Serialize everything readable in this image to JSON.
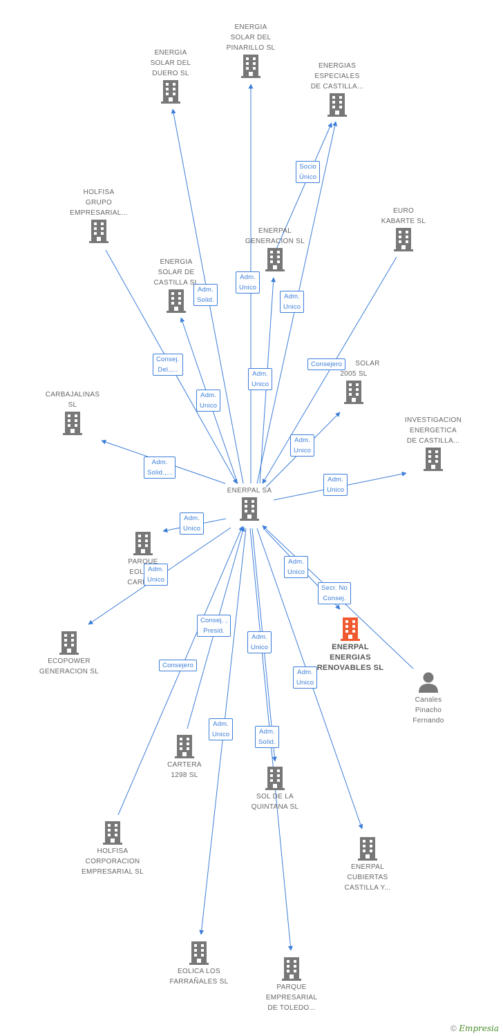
{
  "colors": {
    "edge": "#3b7dd8",
    "building": "#777777",
    "highlight": "#f15a30",
    "person": "#777777"
  },
  "nodes": [
    {
      "id": "pinarillo",
      "icon": "building",
      "lines": [
        "ENERGIA",
        "SOLAR DEL",
        "PINARILLO SL"
      ]
    },
    {
      "id": "duero",
      "icon": "building",
      "lines": [
        "ENERGIA",
        "SOLAR DEL",
        "DUERO SL"
      ]
    },
    {
      "id": "especiales",
      "icon": "building",
      "lines": [
        "ENERGIAS",
        "ESPECIALES",
        "DE CASTILLA..."
      ]
    },
    {
      "id": "holfisa-grupo",
      "icon": "building",
      "lines": [
        "HOLFISA",
        "GRUPO",
        "EMPRESARIAL..."
      ]
    },
    {
      "id": "euro-kabarte",
      "icon": "building",
      "lines": [
        "EURO",
        "KABARTE SL"
      ]
    },
    {
      "id": "generacion",
      "icon": "building",
      "lines": [
        "ENERPAL",
        "GENERACION SL"
      ]
    },
    {
      "id": "solar-castilla",
      "icon": "building",
      "lines": [
        "ENERGIA",
        "SOLAR DE",
        "CASTILLA SL"
      ]
    },
    {
      "id": "solar-2005",
      "icon": "building",
      "lines": [
        "SOLAR",
        "2005 SL"
      ]
    },
    {
      "id": "carbajalinas",
      "icon": "building",
      "lines": [
        "CARBAJALINAS",
        "SL"
      ]
    },
    {
      "id": "investigacion",
      "icon": "building",
      "lines": [
        "INVESTIGACION",
        "ENERGETICA",
        "DE CASTILLA..."
      ]
    },
    {
      "id": "enerpal-sa",
      "icon": "building",
      "lines": [
        "ENERPAL SA"
      ]
    },
    {
      "id": "parque-eolico",
      "icon": "building",
      "lines": [
        "PARQUE",
        "EOLICO",
        "CARMEN"
      ]
    },
    {
      "id": "ecopower",
      "icon": "building",
      "lines": [
        "ECOPOWER",
        "GENERACION SL"
      ]
    },
    {
      "id": "renovables",
      "icon": "building",
      "lines": [
        "ENERPAL",
        "ENERGIAS",
        "RENOVABLES SL"
      ]
    },
    {
      "id": "canales",
      "icon": "person",
      "lines": [
        "Canales",
        "Pinacho",
        "Fernando"
      ]
    },
    {
      "id": "cartera",
      "icon": "building",
      "lines": [
        "CARTERA",
        "1298 SL"
      ]
    },
    {
      "id": "quintana",
      "icon": "building",
      "lines": [
        "SOL DE LA",
        "QUINTANA SL"
      ]
    },
    {
      "id": "holfisa-corp",
      "icon": "building",
      "lines": [
        "HOLFISA",
        "CORPORACION",
        "EMPRESARIAL SL"
      ]
    },
    {
      "id": "cubiertas",
      "icon": "building",
      "lines": [
        "ENERPAL",
        "CUBIERTAS",
        "CASTILLA Y..."
      ]
    },
    {
      "id": "farranales",
      "icon": "building",
      "lines": [
        "EOLICA LOS",
        "FARRAÑALES SL"
      ]
    },
    {
      "id": "toledo",
      "icon": "building",
      "lines": [
        "PARQUE",
        "EMPRESARIAL",
        "DE TOLEDO..."
      ]
    }
  ],
  "badges": [
    {
      "id": "b-socio",
      "lines": [
        "Socio",
        "Único"
      ]
    },
    {
      "id": "b-admsolid-duero",
      "lines": [
        "Adm.",
        "Solid."
      ]
    },
    {
      "id": "b-adm-pinarillo",
      "lines": [
        "Adm.",
        "Unico"
      ]
    },
    {
      "id": "b-adm-especiales",
      "lines": [
        "Adm.",
        "Unico"
      ]
    },
    {
      "id": "b-consejdel",
      "lines": [
        "Consej.",
        "Del.,..."
      ]
    },
    {
      "id": "b-consejero-euro",
      "lines": [
        "Consejero"
      ]
    },
    {
      "id": "b-adm-generacion",
      "lines": [
        "Adm.",
        "Unico"
      ]
    },
    {
      "id": "b-adm-solarcast",
      "lines": [
        "Adm.",
        "Unico"
      ]
    },
    {
      "id": "b-admsolid-carb",
      "lines": [
        "Adm.",
        "Solid.,..."
      ]
    },
    {
      "id": "b-adm-solar2005",
      "lines": [
        "Adm.",
        "Unico"
      ]
    },
    {
      "id": "b-adm-invest",
      "lines": [
        "Adm.",
        "Unico"
      ]
    },
    {
      "id": "b-adm-parque",
      "lines": [
        "Adm.",
        "Unico"
      ]
    },
    {
      "id": "b-adm-ecopower",
      "lines": [
        "Adm.",
        "Unico"
      ]
    },
    {
      "id": "b-adm-renov",
      "lines": [
        "Adm.",
        "Unico"
      ]
    },
    {
      "id": "b-secr",
      "lines": [
        "Secr. No",
        "Consej."
      ]
    },
    {
      "id": "b-consejpresid",
      "lines": [
        "Consej. ,",
        "Presid."
      ]
    },
    {
      "id": "b-consejero-holfisa",
      "lines": [
        "Consejero"
      ]
    },
    {
      "id": "b-adm-quintana",
      "lines": [
        "Adm.",
        "Unico"
      ]
    },
    {
      "id": "b-adm-cubiertas",
      "lines": [
        "Adm.",
        "Unico"
      ]
    },
    {
      "id": "b-adm-farranales",
      "lines": [
        "Adm.",
        "Unico"
      ]
    },
    {
      "id": "b-admsolid-toledo",
      "lines": [
        "Adm.",
        "Solid."
      ]
    }
  ],
  "footer": {
    "copyright": "©",
    "brand": "Empresia"
  }
}
